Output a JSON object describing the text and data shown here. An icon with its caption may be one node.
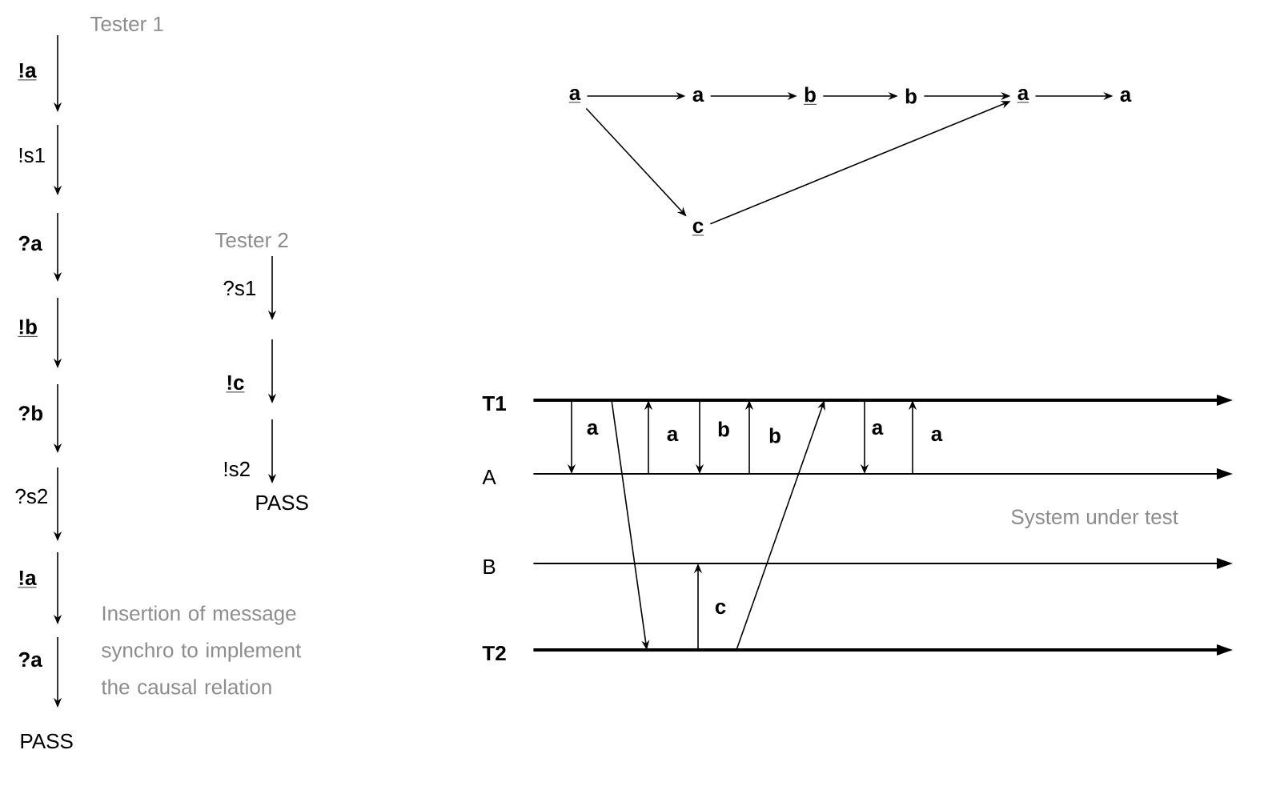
{
  "diagram": {
    "nodes": [
      {
        "text": [
          "a"
        ]
      },
      {
        "text": [
          "a"
        ]
      },
      {
        "text": [
          "b"
        ]
      },
      {
        "text": [
          "b"
        ]
      },
      {
        "text": [
          "a"
        ]
      },
      {
        "text": [
          "a"
        ]
      },
      {
        "text": [
          "c"
        ]
      },
      {
        "text": [],
        "shape": "bar",
        "beside": [
          "T1"
        ]
      },
      {
        "text": [],
        "shape": "bar",
        "beside": [
          "A"
        ]
      },
      {
        "text": [],
        "shape": "bar",
        "beside": [
          "B"
        ]
      },
      {
        "text": [],
        "shape": "bar",
        "beside": [
          "T2"
        ]
      }
    ],
    "edges": [
      {
        "from": 0,
        "to": 1,
        "arrow": "to"
      },
      {
        "from": 1,
        "to": 2,
        "arrow": "to"
      },
      {
        "from": 2,
        "to": 3,
        "arrow": "to"
      },
      {
        "from": 3,
        "to": 4,
        "arrow": "to"
      },
      {
        "from": 4,
        "to": 5,
        "arrow": "to"
      },
      {
        "from": 0,
        "to": 6,
        "arrow": "to"
      },
      {
        "from": 6,
        "to": 4,
        "arrow": "to"
      },
      {
        "from": 7,
        "to": 8,
        "arrow": "to",
        "label": "a"
      },
      {
        "from": 7,
        "to": 10,
        "arrow": "to"
      },
      {
        "from": 8,
        "to": 7,
        "arrow": "to",
        "label": "a"
      },
      {
        "from": 7,
        "to": 8,
        "arrow": "to",
        "label": "b"
      },
      {
        "from": 8,
        "to": 7,
        "arrow": "to",
        "label": "b"
      },
      {
        "from": 10,
        "to": 7,
        "arrow": "to"
      },
      {
        "from": 7,
        "to": 8,
        "arrow": "to",
        "label": "a"
      },
      {
        "from": 8,
        "to": 7,
        "arrow": "to",
        "label": "a"
      },
      {
        "from": 10,
        "to": 9,
        "arrow": "to",
        "label": "c"
      }
    ],
    "labels": [
      "Tester 1",
      "!a",
      "!s1",
      "?a",
      "!b",
      "?b",
      "?s2",
      "!a",
      "?a",
      "PASS",
      "Tester 2",
      "?s1",
      "!c",
      "!s2",
      "PASS",
      "Insertion of message synchro to implement the causal relation",
      "System under test"
    ]
  }
}
